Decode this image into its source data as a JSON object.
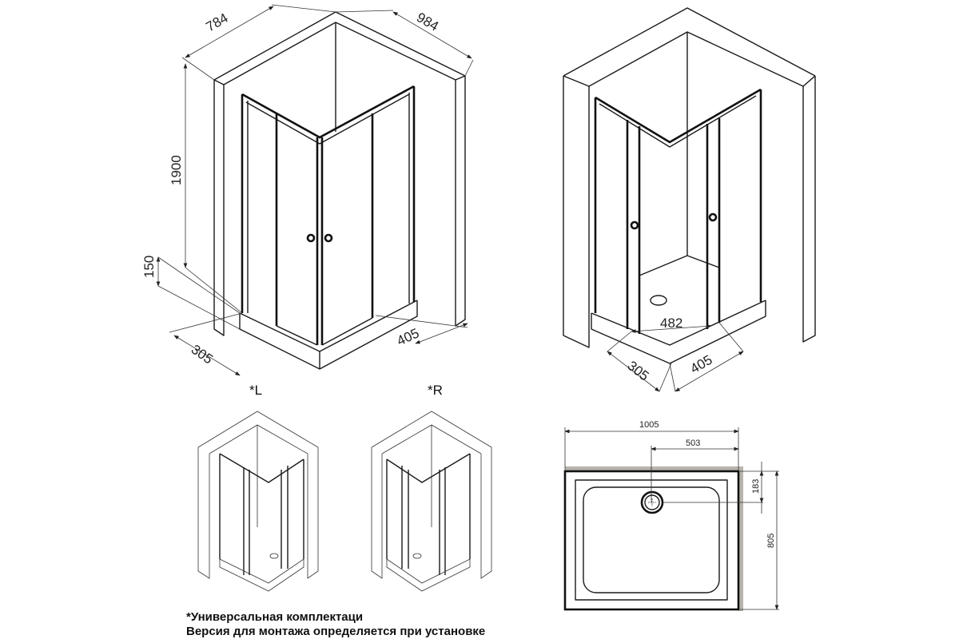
{
  "front_view": {
    "dimensions": {
      "depth_left": "784",
      "width_right": "984",
      "height": "1900",
      "tray_height": "150",
      "left_panel": "305",
      "right_panel": "405"
    }
  },
  "open_view": {
    "dimensions": {
      "entry_diagonal": "482",
      "left_panel": "305",
      "right_panel": "405"
    }
  },
  "variants": {
    "left_label": "*L",
    "right_label": "*R"
  },
  "tray_plan": {
    "dimensions": {
      "width": "1005",
      "drain_offset_x": "503",
      "drain_offset_y": "183",
      "depth": "805"
    }
  },
  "note": {
    "line1": "*Универсальная комплектаци",
    "line2": "Версия для монтажа определяется при установке"
  }
}
